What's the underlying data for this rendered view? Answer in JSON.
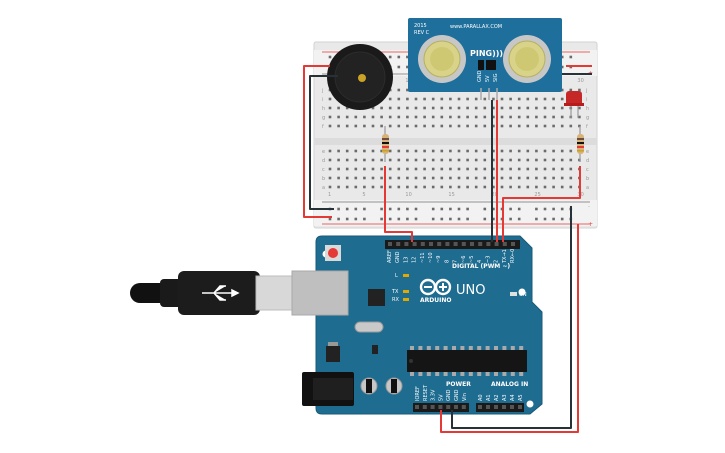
{
  "ultrasonic": {
    "year": "2015",
    "rev": "REV C",
    "site": "www.PARALLAX.COM",
    "model": "PING)))",
    "pins": [
      "GND",
      "5V",
      "SIG"
    ]
  },
  "arduino": {
    "logo": "ARDUINO",
    "uno": "UNO",
    "on_label": "ON",
    "l_label": "L",
    "tx_label": "TX",
    "rx_label": "RX",
    "digital_label": "DIGITAL (PWM ~)",
    "digital_pins": [
      "AREF",
      "GND",
      "13",
      "12",
      "~11",
      "~10",
      "~9",
      "8",
      "7",
      "~6",
      "~5",
      "4",
      "~3",
      "2",
      "TX→1",
      "RX←0"
    ],
    "power_label": "POWER",
    "analog_label": "ANALOG IN",
    "power_pins": [
      "IOREF",
      "RESET",
      "3.3V",
      "5V",
      "GND",
      "GND",
      "Vin"
    ],
    "analog_pins": [
      "A0",
      "A1",
      "A2",
      "A3",
      "A4",
      "A5"
    ]
  },
  "breadboard": {
    "row_letters_top": [
      "j",
      "i",
      "h",
      "g",
      "f"
    ],
    "row_letters_bottom": [
      "e",
      "d",
      "c",
      "b",
      "a"
    ],
    "col_numbers": [
      "1",
      "5",
      "10",
      "15",
      "20",
      "25",
      "30"
    ],
    "rail_plus": "+",
    "rail_minus": "-"
  },
  "colors": {
    "wire_red": "#e53935",
    "wire_black": "#263238",
    "arduino_teal": "#1f6c91",
    "sensor_blue": "#1e6f9b"
  }
}
